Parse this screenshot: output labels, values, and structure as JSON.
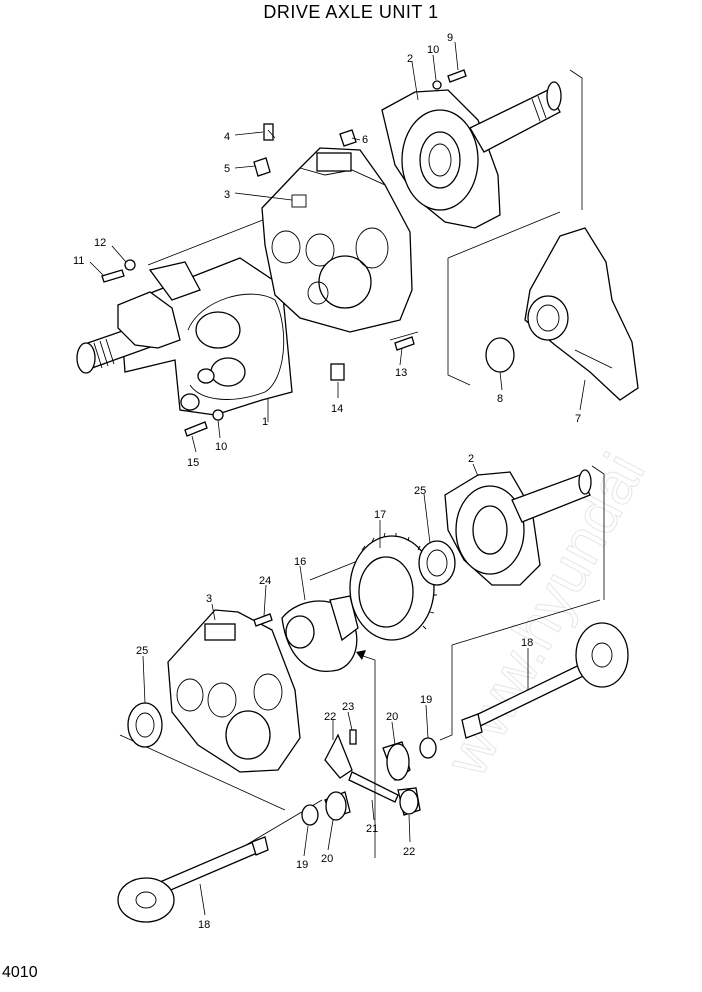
{
  "title": "DRIVE AXLE UNIT 1",
  "page_number": "4010",
  "callouts": {
    "c1": "1",
    "c2a": "2",
    "c2b": "2",
    "c3a": "3",
    "c3b": "3",
    "c4": "4",
    "c5": "5",
    "c6": "6",
    "c7": "7",
    "c8": "8",
    "c9": "9",
    "c10a": "10",
    "c10b": "10",
    "c11": "11",
    "c12": "12",
    "c13": "13",
    "c14": "14",
    "c15": "15",
    "c16": "16",
    "c17": "17",
    "c18a": "18",
    "c18b": "18",
    "c19a": "19",
    "c19b": "19",
    "c20a": "20",
    "c20b": "20",
    "c21": "21",
    "c22a": "22",
    "c22b": "22",
    "c23": "23",
    "c24": "24",
    "c25a": "25",
    "c25b": "25"
  }
}
